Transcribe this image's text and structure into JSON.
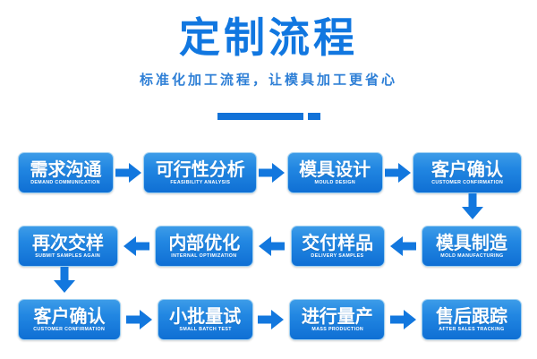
{
  "header": {
    "title": "定制流程",
    "subtitle": "标准化加工流程，让模具加工更省心",
    "title_color": "#1177e0",
    "subtitle_color": "#2e7fd6",
    "divider_color": "#1272d8"
  },
  "theme": {
    "node_gradient_top": "#3d9ce8",
    "node_gradient_bottom": "#0f6fd4",
    "node_border": "#9fd0f2",
    "arrow_color": "#1277de",
    "background": "#ffffff",
    "text_color": "#ffffff"
  },
  "flow": {
    "rows": [
      {
        "direction": "right",
        "nodes": [
          {
            "cn": "需求沟通",
            "en": "DEMAND COMMUNICATION",
            "width": 107
          },
          {
            "cn": "可行性分析",
            "en": "FEASIBILITY ANALYSIS",
            "width": 127
          },
          {
            "cn": "模具设计",
            "en": "MOULD DESIGN",
            "width": 107
          },
          {
            "cn": "客户确认",
            "en": "CUSTOMER CONFIRMATION",
            "width": 122
          }
        ]
      },
      {
        "direction": "left",
        "nodes": [
          {
            "cn": "再次交样",
            "en": "SUBMIT SAMPLES AGAIN",
            "width": 112
          },
          {
            "cn": "内部优化",
            "en": "INTERNAL OPTIMIZATION",
            "width": 110
          },
          {
            "cn": "交付样品",
            "en": "DELIVERY SAMPLES",
            "width": 105
          },
          {
            "cn": "模具制造",
            "en": "MOLD MANUFACTURING",
            "width": 112
          }
        ]
      },
      {
        "direction": "right",
        "nodes": [
          {
            "cn": "客户确认",
            "en": "CUSTOMER CONFIRMATION",
            "width": 115
          },
          {
            "cn": "小批量试",
            "en": "SMALL BATCH TEST",
            "width": 107
          },
          {
            "cn": "进行量产",
            "en": "MASS PRODUCTION",
            "width": 107
          },
          {
            "cn": "售后跟踪",
            "en": "AFTER SALES TRACKING",
            "width": 112
          }
        ]
      }
    ],
    "connectors": [
      {
        "name": "connector-row1-to-row2",
        "direction": "down",
        "side": "right"
      },
      {
        "name": "connector-row2-to-row3",
        "direction": "down",
        "side": "left"
      }
    ]
  }
}
